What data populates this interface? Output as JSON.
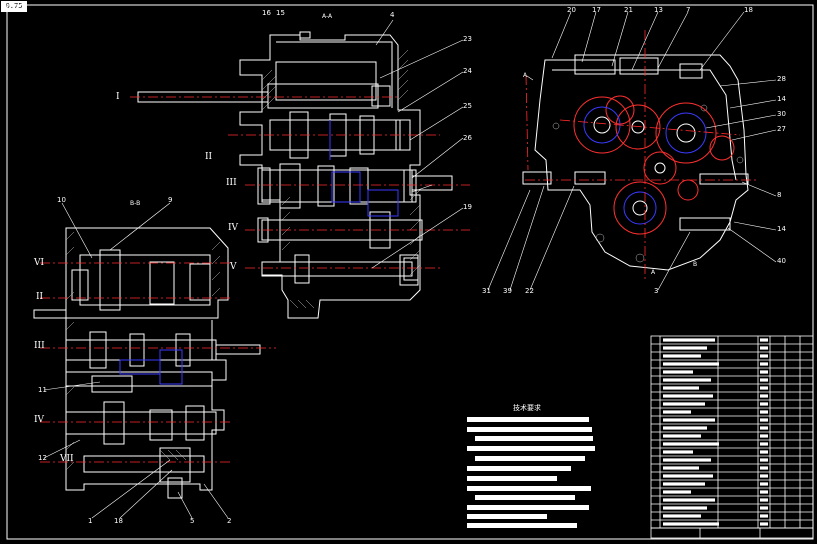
{
  "corner_tag": "0.75",
  "section_labels": {
    "aa": "A-A",
    "bb": "B-B",
    "a1": "A",
    "a2": "A",
    "b1": "B"
  },
  "view_top": {
    "balloons": [
      "16",
      "15",
      "4",
      "23",
      "24",
      "25",
      "26",
      "19"
    ],
    "shafts": [
      "I",
      "II",
      "III",
      "IV",
      "V"
    ]
  },
  "view_left": {
    "balloons": [
      "10",
      "9",
      "11",
      "12",
      "1",
      "18",
      "5",
      "2"
    ],
    "shafts": [
      "VI",
      "II",
      "III",
      "IV",
      "VII"
    ]
  },
  "view_right": {
    "balloons": [
      "20",
      "17",
      "21",
      "13",
      "7",
      "18",
      "28",
      "14",
      "30",
      "27",
      "8",
      "14",
      "40",
      "3",
      "31",
      "39",
      "22"
    ]
  },
  "tech_notes": {
    "heading": "技术要求"
  },
  "parts_list": {
    "rows": 24
  },
  "colors": {
    "background": "#000000",
    "lines": "#ffffff",
    "centerline": "#ff2a2a",
    "hidden": "#3a3aff",
    "accent_red": "#ff3030"
  }
}
